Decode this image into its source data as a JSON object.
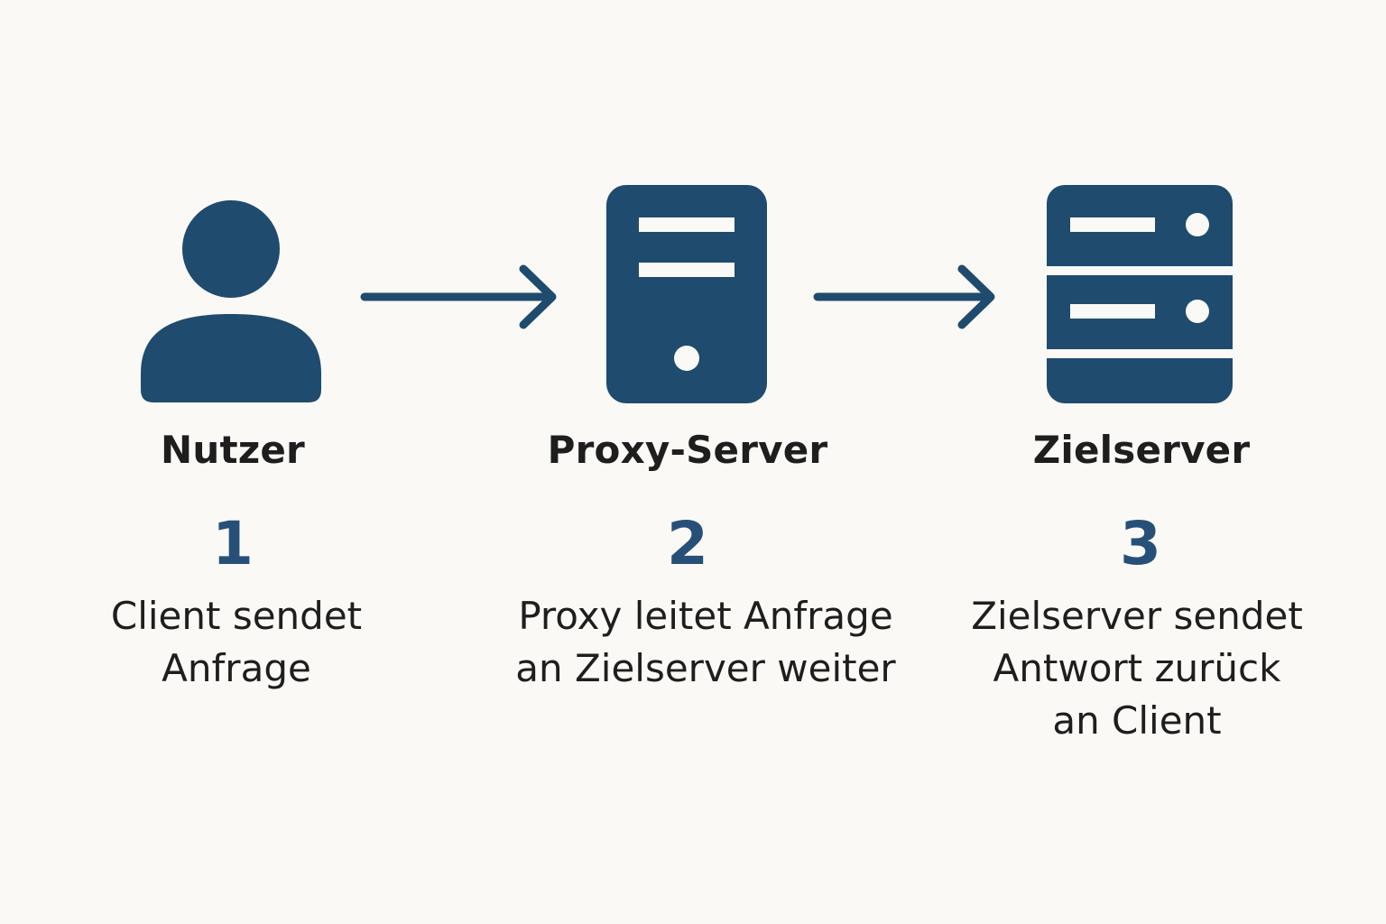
{
  "colors": {
    "background": "#faf9f5",
    "icon": "#1f4b6e",
    "number": "#275079",
    "text": "#1e1e1e"
  },
  "nodes": [
    {
      "title": "Nutzer",
      "icon": "user-icon",
      "step": "1",
      "description": [
        "Client sendet",
        "Anfrage"
      ]
    },
    {
      "title": "Proxy-Server",
      "icon": "proxy-server-icon",
      "step": "2",
      "description": [
        "Proxy leitet Anfrage",
        "an Zielserver weiter"
      ]
    },
    {
      "title": "Zielserver",
      "icon": "target-server-icon",
      "step": "3",
      "description": [
        "Zielserver sendet",
        "Antwort zurück",
        "an Client"
      ]
    }
  ],
  "arrows": [
    {
      "from": "Nutzer",
      "to": "Proxy-Server",
      "icon": "arrow-right-icon"
    },
    {
      "from": "Proxy-Server",
      "to": "Zielserver",
      "icon": "arrow-right-icon"
    }
  ]
}
